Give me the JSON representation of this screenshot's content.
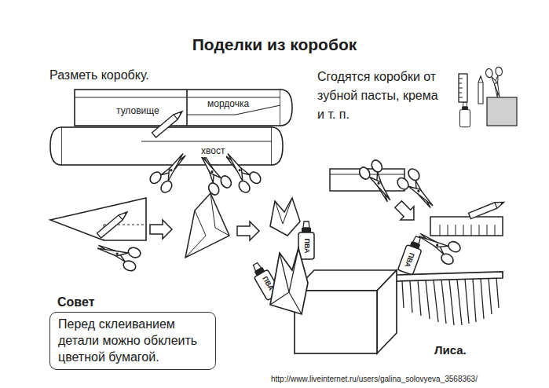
{
  "diagram": {
    "title": "Поделки из коробок",
    "nodes": [
      {
        "text": [
          "Совет",
          "Перед склеиванием детали можно обклеить цветной бумагой."
        ]
      }
    ],
    "labels": [
      "Разметь коробку.",
      "Сгодятся коробки от зубной пасты, крема и т. п.",
      "туловище",
      "мордочка",
      "хвост",
      "ПВА",
      "ПВА",
      "ПВА",
      "Лиса.",
      "http://www.liveinternet.ru/users/galina_solovyeva_3568363/"
    ]
  }
}
